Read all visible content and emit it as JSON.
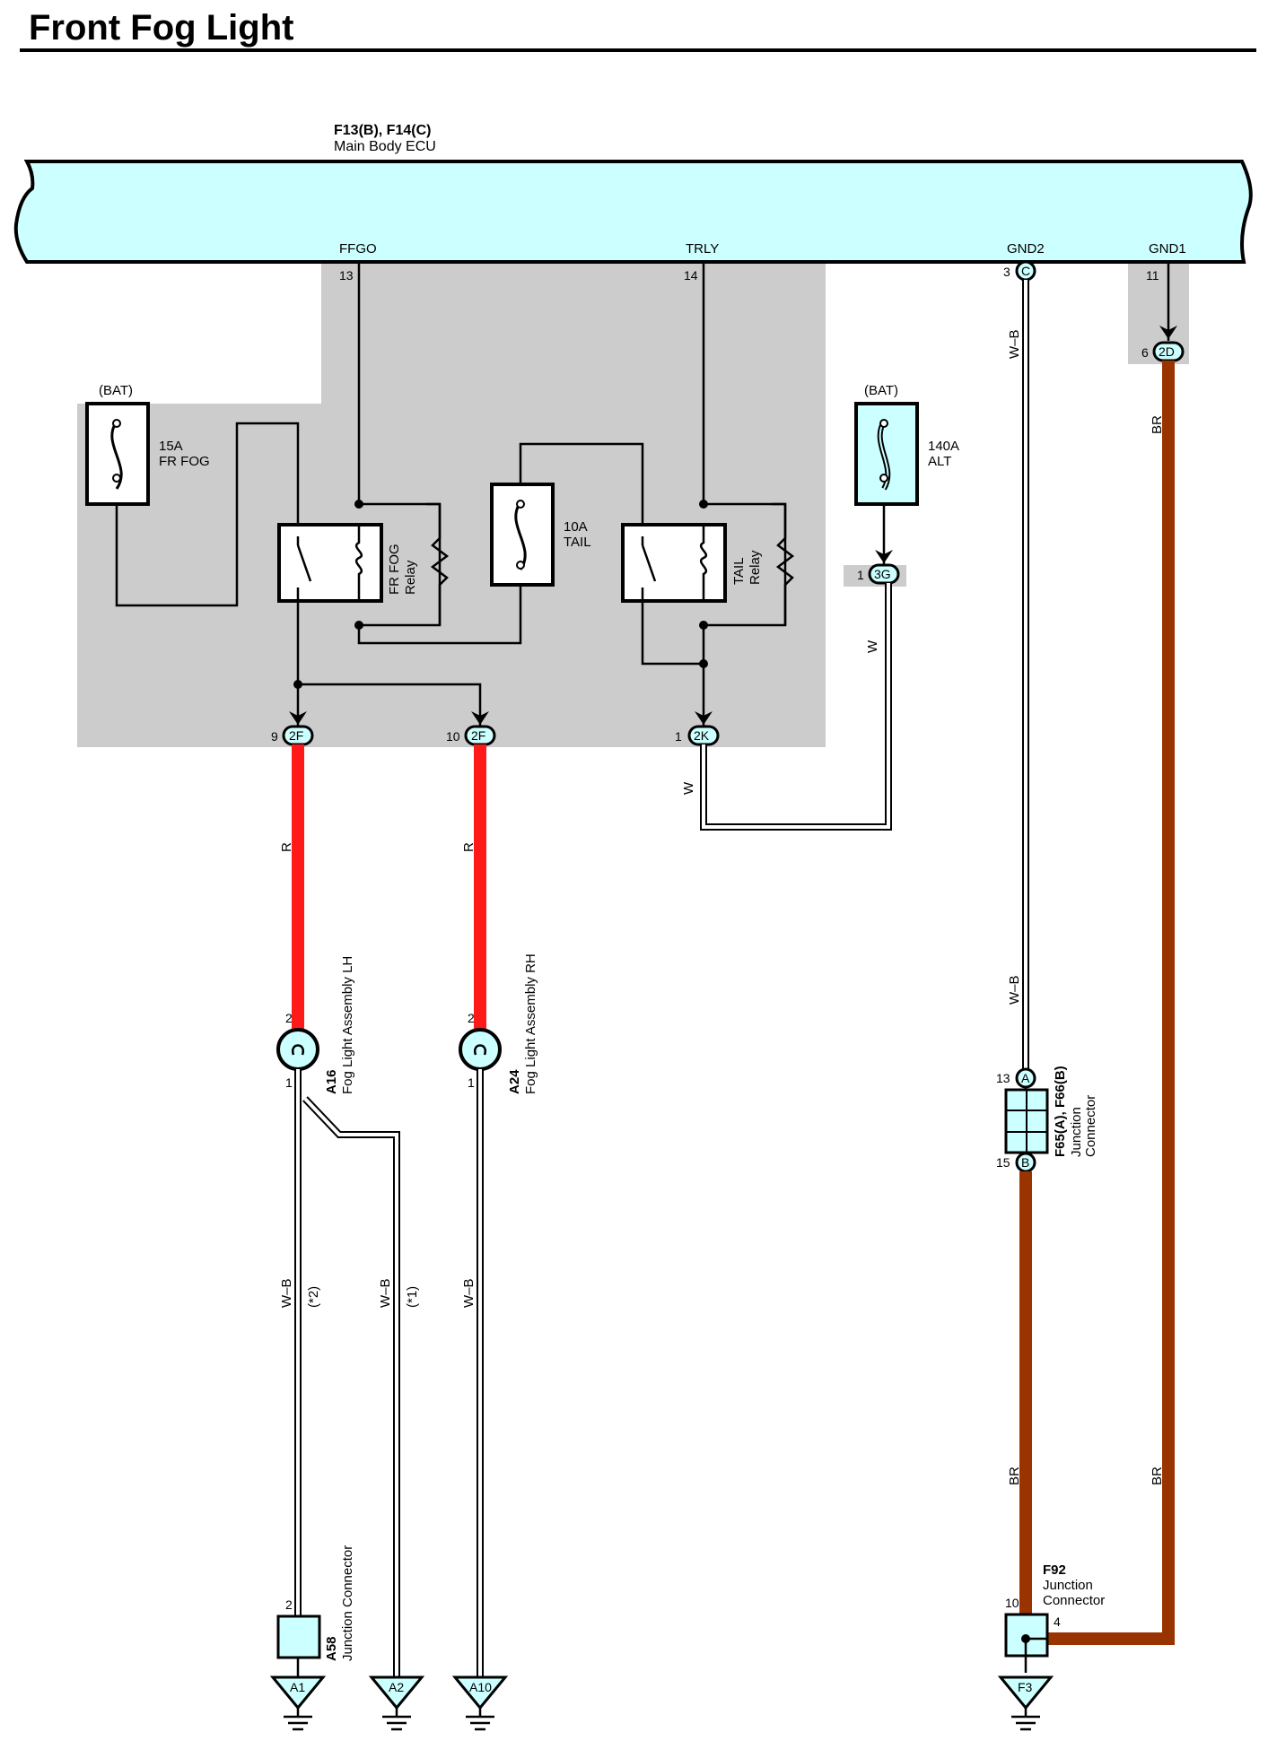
{
  "title": "Front Fog Light",
  "colors": {
    "ecu_fill": "#ccffff",
    "shade": "#cccccc",
    "red_wire": "#ff1a1a",
    "brown_wire": "#993300",
    "white_wire": "#ffffff"
  },
  "ecu": {
    "code": "F13(B), F14(C)",
    "name": "Main Body ECU",
    "terminals": [
      {
        "label": "FFGO",
        "pin": "13"
      },
      {
        "label": "TRLY",
        "pin": "14"
      },
      {
        "label": "GND2",
        "pin": "3",
        "conn": "C"
      },
      {
        "label": "GND1",
        "pin": "11"
      }
    ]
  },
  "supply": {
    "bat_left": "(BAT)",
    "bat_right": "(BAT)",
    "fuse_fog_rating": "15A",
    "fuse_fog_name": "FR FOG",
    "fuse_tail_rating": "10A",
    "fuse_tail_name": "TAIL",
    "fuse_alt_rating": "140A",
    "fuse_alt_name": "ALT"
  },
  "relays": {
    "fog_line1": "FR FOG",
    "fog_line2": "Relay",
    "tail_line1": "TAIL",
    "tail_line2": "Relay"
  },
  "junction_terms": {
    "fog1": {
      "pin": "9",
      "id": "2F"
    },
    "fog2": {
      "pin": "10",
      "id": "2F"
    },
    "tail": {
      "pin": "1",
      "id": "2K"
    },
    "alt": {
      "pin": "1",
      "id": "3G"
    },
    "gnd1": {
      "pin": "6",
      "id": "2D"
    }
  },
  "wires": {
    "r1": "R",
    "r2": "R",
    "w_alt": "W",
    "w_tail": "W",
    "wb_gnd2_top": "W–B",
    "wb_gnd2_bottom": "W–B",
    "br_gnd1_top": "BR",
    "br_gnd1_bottom": "BR",
    "br_f92": "BR",
    "wb_lh": "W–B",
    "wb_lh_alt": "W–B",
    "wb_rh": "W–B",
    "note2": "(*2)",
    "note1": "(*1)"
  },
  "components": {
    "fog_lh_code": "A16",
    "fog_lh_name": "Fog Light Assembly LH",
    "fog_lh_pin_top": "2",
    "fog_lh_pin_bottom": "1",
    "fog_rh_code": "A24",
    "fog_rh_name": "Fog Light Assembly RH",
    "fog_rh_pin_top": "2",
    "fog_rh_pin_bottom": "1",
    "jc_f65_code": "F65(A), F66(B)",
    "jc_f65_line1": "Junction",
    "jc_f65_line2": "Connector",
    "jc_f65_pin_a": "13",
    "jc_f65_label_a": "A",
    "jc_f65_pin_b": "15",
    "jc_f65_label_b": "B",
    "a58_code": "A58",
    "a58_name": "Junction Connector",
    "a58_pin": "2",
    "f92_code": "F92",
    "f92_line1": "Junction",
    "f92_line2": "Connector",
    "f92_pin_left": "10",
    "f92_pin_right": "4"
  },
  "grounds": [
    "A1",
    "A2",
    "A10",
    "F3"
  ]
}
